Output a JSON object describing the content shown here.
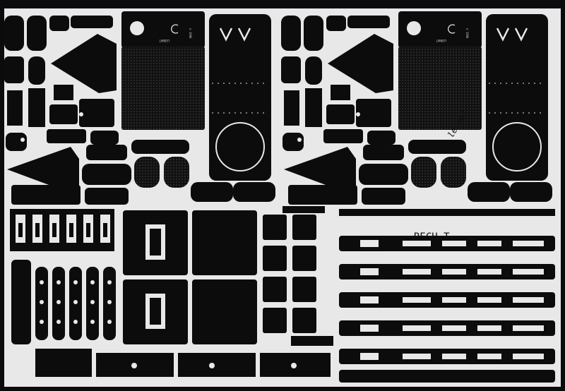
{
  "photo": {
    "subject": "photo-etched metal fret",
    "background_color": "#0b0b0d",
    "metal_color": "#e8e8e8",
    "part_color": "#0c0c0c",
    "mesh_color": "#2a2a2a"
  },
  "text": {
    "brand_left": "LEONAT",
    "brand_right": "LEONAT",
    "copyright_left": "© 1990",
    "copyright_right": "© 1990",
    "mirror_label": "RECH T",
    "signature": "leonat"
  }
}
